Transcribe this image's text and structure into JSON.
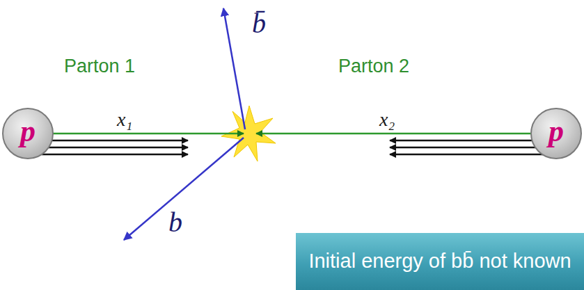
{
  "diagram": {
    "nodes": [
      {
        "text": [
          "p"
        ]
      },
      {
        "text": [
          "p"
        ]
      },
      {
        "text": [
          "Initial energy of bb̄ not known"
        ]
      }
    ],
    "labels": [
      "b̄",
      "Parton 1",
      "Parton 2",
      "x₁",
      "x₂",
      "b"
    ]
  }
}
